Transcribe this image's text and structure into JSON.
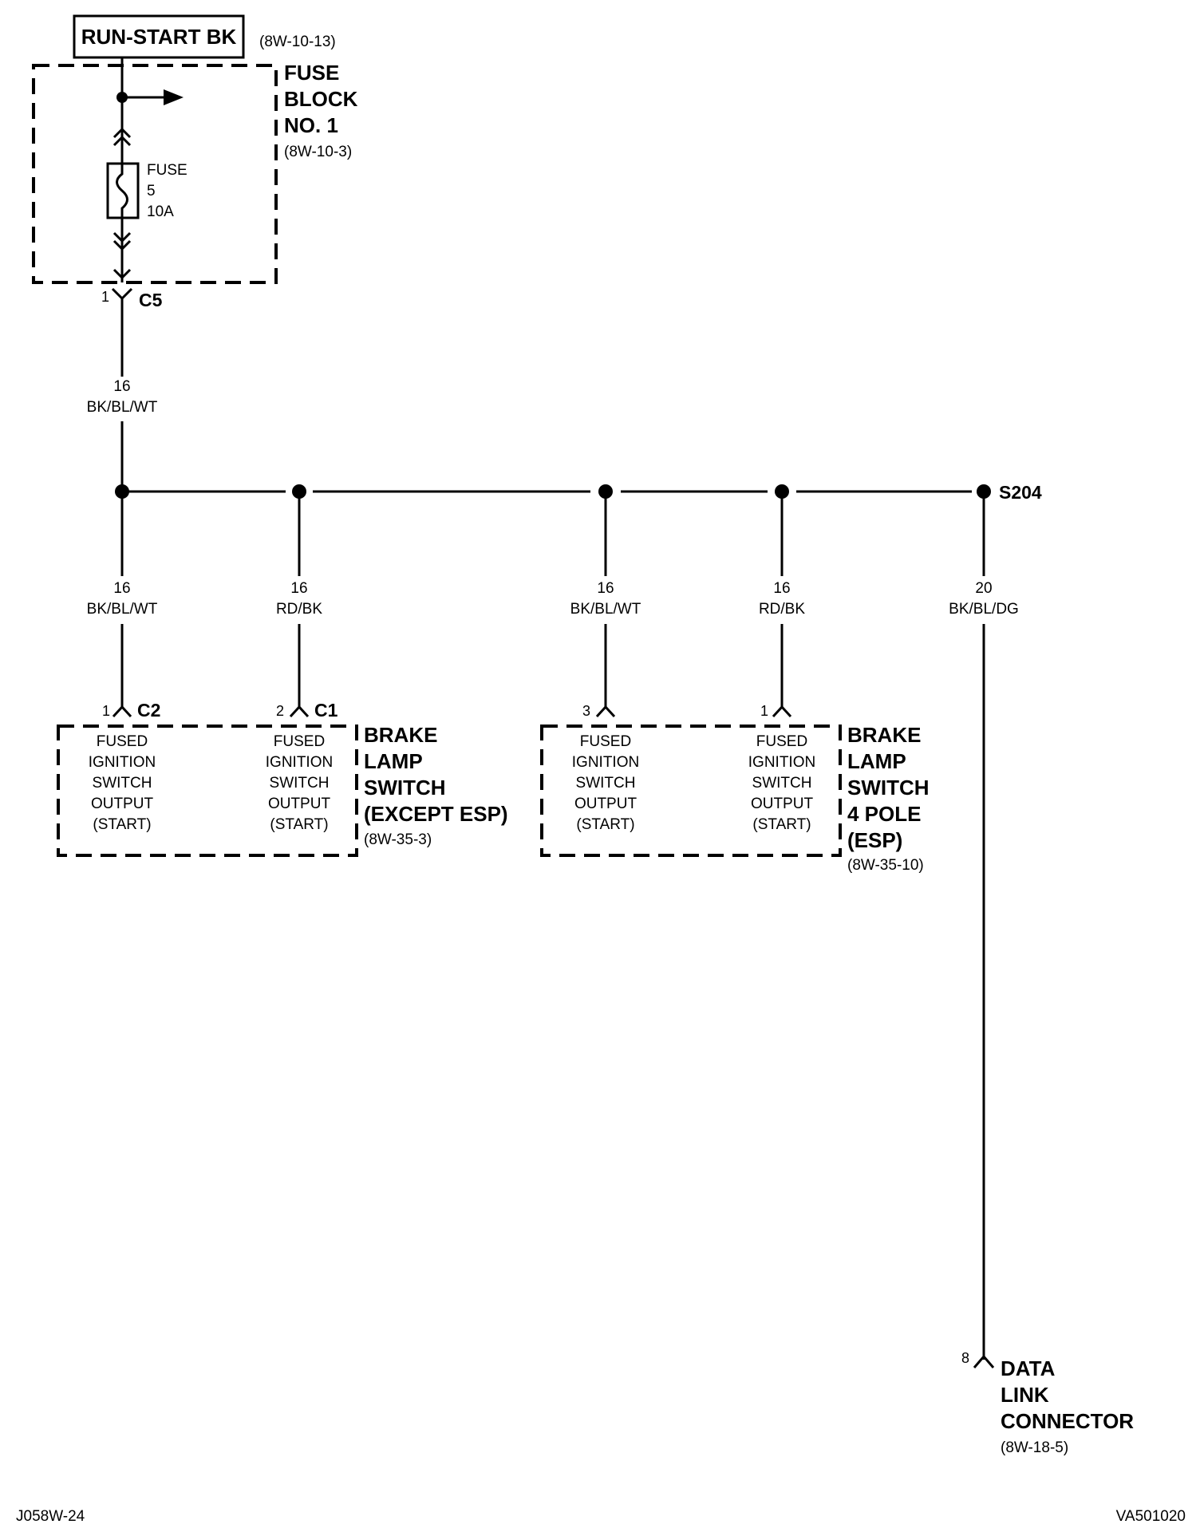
{
  "source_box": {
    "label": "RUN-START BK",
    "ref": "(8W-10-13)"
  },
  "fuse_block": {
    "title_lines": [
      "FUSE",
      "BLOCK",
      "NO. 1"
    ],
    "ref": "(8W-10-3)",
    "fuse_lines": [
      "FUSE",
      "5",
      "10A"
    ],
    "out_pin": "1",
    "out_connector": "C5"
  },
  "main_wire": {
    "gauge": "16",
    "color": "BK/BL/WT"
  },
  "splice": {
    "label": "S204"
  },
  "branches": [
    {
      "gauge": "16",
      "color": "BK/BL/WT",
      "pin": "1",
      "connector": "C2"
    },
    {
      "gauge": "16",
      "color": "RD/BK",
      "pin": "2",
      "connector": "C1"
    },
    {
      "gauge": "16",
      "color": "BK/BL/WT",
      "pin": "3",
      "connector": ""
    },
    {
      "gauge": "16",
      "color": "RD/BK",
      "pin": "1",
      "connector": ""
    },
    {
      "gauge": "20",
      "color": "BK/BL/DG",
      "pin": "8",
      "connector": ""
    }
  ],
  "terminal_text": [
    "FUSED",
    "IGNITION",
    "SWITCH",
    "OUTPUT",
    "(START)"
  ],
  "components": {
    "brake_except_esp": {
      "title_lines": [
        "BRAKE",
        "LAMP",
        "SWITCH",
        "(EXCEPT ESP)"
      ],
      "ref": "(8W-35-3)"
    },
    "brake_esp": {
      "title_lines": [
        "BRAKE",
        "LAMP",
        "SWITCH",
        "4 POLE",
        "(ESP)"
      ],
      "ref": "(8W-35-10)"
    },
    "data_link": {
      "title_lines": [
        "DATA",
        "LINK",
        "CONNECTOR"
      ],
      "ref": "(8W-18-5)"
    }
  },
  "footer": {
    "left": "J058W-24",
    "right": "VA501020"
  }
}
